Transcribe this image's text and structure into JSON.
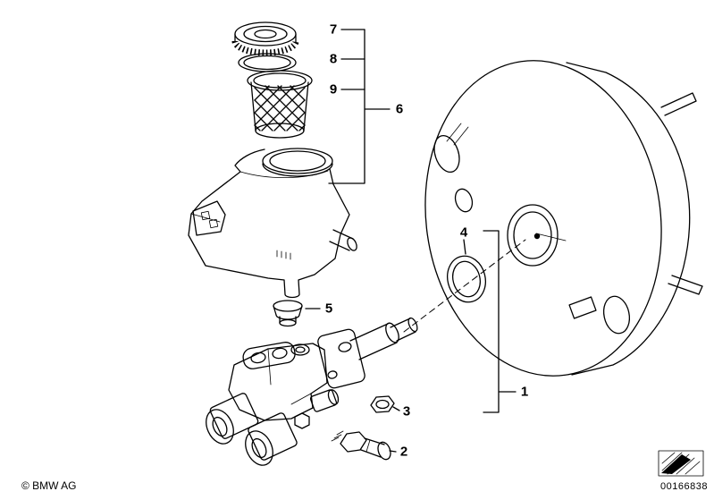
{
  "colors": {
    "background": "#ffffff",
    "line": "#000000"
  },
  "callouts": {
    "n1": "1",
    "n2": "2",
    "n3": "3",
    "n4": "4",
    "n5": "5",
    "n6": "6",
    "n7": "7",
    "n8": "8",
    "n9": "9"
  },
  "footer": {
    "copyright": "© BMW AG",
    "image_number": "00166838"
  }
}
